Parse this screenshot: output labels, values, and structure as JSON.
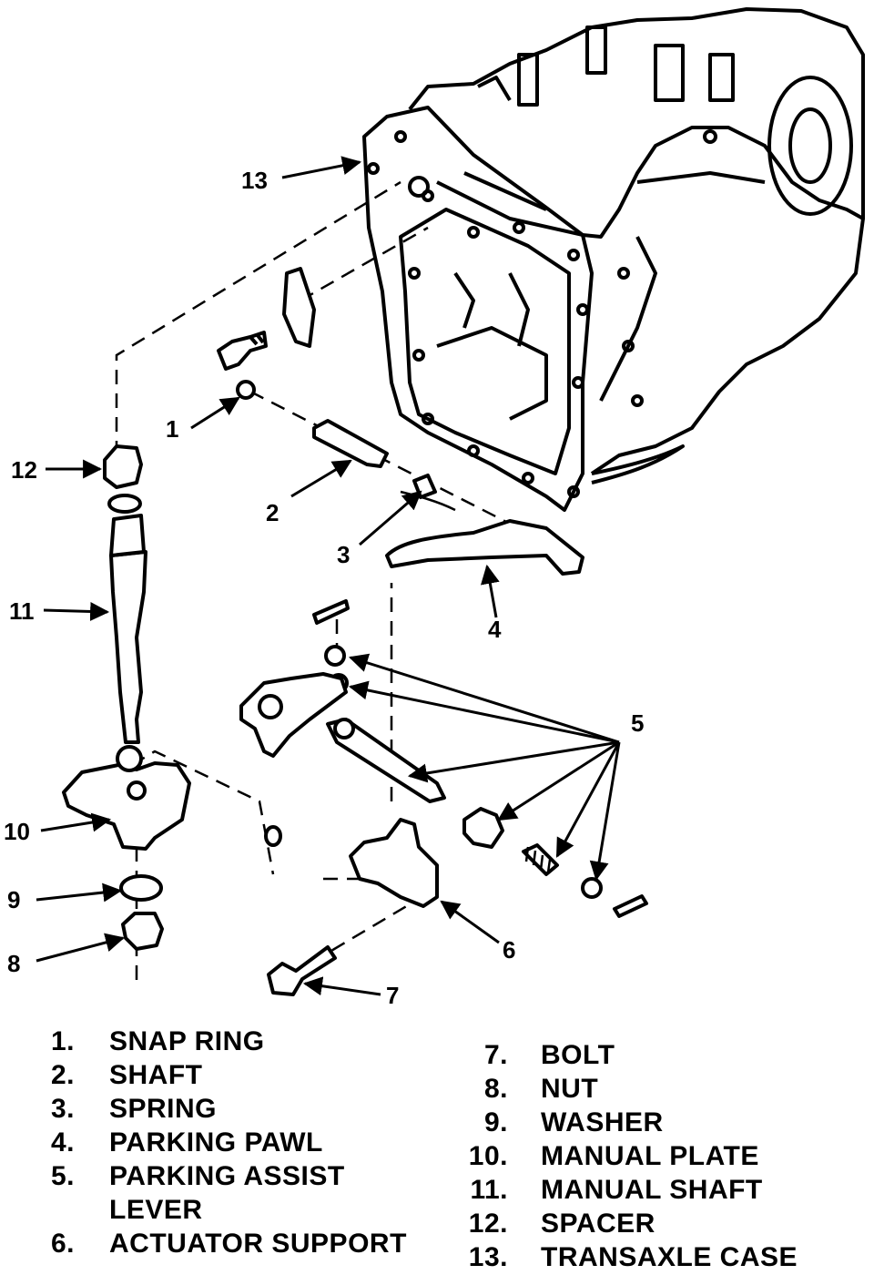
{
  "callouts": [
    {
      "id": "1",
      "text": "1"
    },
    {
      "id": "2",
      "text": "2"
    },
    {
      "id": "3",
      "text": "3"
    },
    {
      "id": "4",
      "text": "4"
    },
    {
      "id": "5",
      "text": "5"
    },
    {
      "id": "6",
      "text": "6"
    },
    {
      "id": "7",
      "text": "7"
    },
    {
      "id": "8",
      "text": "8"
    },
    {
      "id": "9",
      "text": "9"
    },
    {
      "id": "10",
      "text": "10"
    },
    {
      "id": "11",
      "text": "11"
    },
    {
      "id": "12",
      "text": "12"
    },
    {
      "id": "13",
      "text": "13"
    }
  ],
  "legend": {
    "left": [
      {
        "num": "1.",
        "label": "SNAP RING"
      },
      {
        "num": "2.",
        "label": "SHAFT"
      },
      {
        "num": "3.",
        "label": "SPRING"
      },
      {
        "num": "4.",
        "label": "PARKING PAWL"
      },
      {
        "num": "5.",
        "label": "PARKING ASSIST"
      },
      {
        "num": "",
        "label": "LEVER"
      },
      {
        "num": "6.",
        "label": "ACTUATOR SUPPORT"
      }
    ],
    "right": [
      {
        "num": "7.",
        "label": "BOLT"
      },
      {
        "num": "8.",
        "label": "NUT"
      },
      {
        "num": "9.",
        "label": "WASHER"
      },
      {
        "num": "10.",
        "label": "MANUAL PLATE"
      },
      {
        "num": "11.",
        "label": "MANUAL SHAFT"
      },
      {
        "num": "12.",
        "label": "SPACER"
      },
      {
        "num": "13.",
        "label": "TRANSAXLE CASE"
      }
    ]
  }
}
